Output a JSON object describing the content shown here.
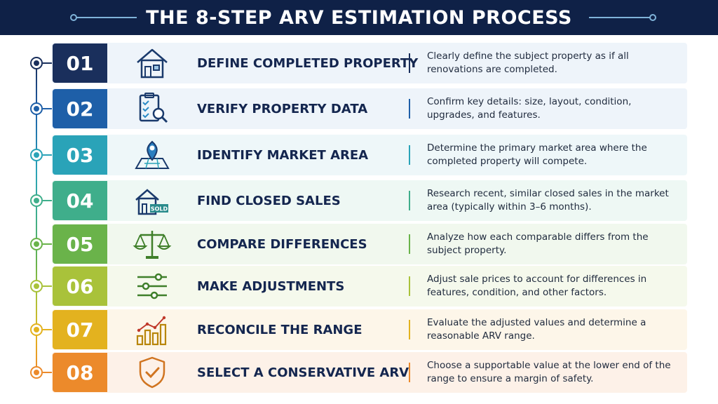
{
  "header": {
    "title": "THE 8-STEP ARV ESTIMATION PROCESS"
  },
  "steps": [
    {
      "number": "01",
      "title": "DEFINE COMPLETED PROPERTY",
      "description": "Clearly define the subject property as if all renovations are completed.",
      "icon": "house-icon",
      "color": "#1a2f5c",
      "tint": "#eef4fa"
    },
    {
      "number": "02",
      "title": "VERIFY PROPERTY DATA",
      "description": "Confirm key details: size, layout, condition, upgrades, and features.",
      "icon": "clipboard-search-icon",
      "color": "#1e5fa8",
      "tint": "#eef4fa"
    },
    {
      "number": "03",
      "title": "IDENTIFY MARKET AREA",
      "description": "Determine the primary market area where the completed property will compete.",
      "icon": "map-pin-icon",
      "color": "#2aa3b8",
      "tint": "#eef7f9"
    },
    {
      "number": "04",
      "title": "FIND CLOSED SALES",
      "description": "Research recent, similar closed sales in the market area (typically within 3–6 months).",
      "icon": "sold-house-icon",
      "color": "#3fae8b",
      "tint": "#eef8f4",
      "sold_label": "SOLD"
    },
    {
      "number": "05",
      "title": "COMPARE DIFFERENCES",
      "description": "Analyze how each comparable differs from the subject property.",
      "icon": "scales-icon",
      "color": "#6ab34a",
      "tint": "#f1f8ee"
    },
    {
      "number": "06",
      "title": "MAKE ADJUSTMENTS",
      "description": "Adjust sale prices to account for differences in features, condition, and other factors.",
      "icon": "sliders-icon",
      "color": "#a9c23a",
      "tint": "#f5f9ec"
    },
    {
      "number": "07",
      "title": "RECONCILE THE RANGE",
      "description": "Evaluate the adjusted values and determine a reasonable ARV range.",
      "icon": "bar-chart-icon",
      "color": "#e3b21f",
      "tint": "#fdf6e9"
    },
    {
      "number": "08",
      "title": "SELECT A CONSERVATIVE ARV",
      "description": "Choose a supportable value at the lower end of the range to ensure a margin of safety.",
      "icon": "shield-check-icon",
      "color": "#ec8a2b",
      "tint": "#fdf1e8"
    }
  ]
}
